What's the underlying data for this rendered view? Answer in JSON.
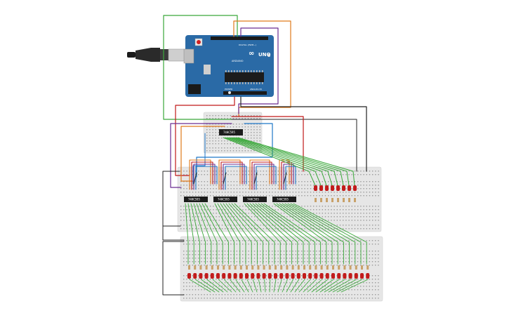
{
  "arduino": {
    "brand": "ARDUINO",
    "model": "UNO",
    "header_label": "DIGITAL (PWM~)",
    "power_label": "POWER",
    "analog_label": "ANALOG IN",
    "board_color": "#2a6aa6"
  },
  "chips": {
    "top": "74HC595",
    "row": [
      "74HC595",
      "74HC595",
      "74HC595",
      "74HC595"
    ]
  },
  "colors": {
    "breadboard": "#e6e6e6",
    "wire_green": "#3aa83a",
    "wire_orange": "#e07a1a",
    "wire_purple": "#6a2c91",
    "wire_red": "#c01818",
    "wire_black": "#222222",
    "wire_blue": "#1f77c8",
    "led_red": "#c21b1b"
  },
  "counts": {
    "top_leds": 8,
    "bottom_leds": 32
  }
}
